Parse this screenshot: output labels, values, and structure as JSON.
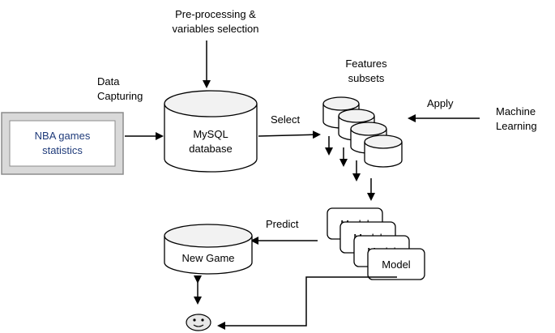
{
  "labels": {
    "preprocessing_line1": "Pre-processing &",
    "preprocessing_line2": "variables selection",
    "data_capturing_line1": "Data",
    "data_capturing_line2": "Capturing",
    "features_line1": "Features",
    "features_line2": "subsets",
    "apply": "Apply",
    "machine_learning_line1": "Machine",
    "machine_learning_line2": "Learning",
    "select": "Select",
    "predict": "Predict"
  },
  "nodes": {
    "nba_line1": "NBA games",
    "nba_line2": "statistics",
    "mysql_line1": "MySQL",
    "mysql_line2": "database",
    "model_label": "Model",
    "new_game": "New Game"
  },
  "icons": {
    "user": "smiley-face-icon"
  },
  "colors": {
    "nba_box_fill": "#d9d9d9",
    "nba_text": "#1f3b7a"
  }
}
